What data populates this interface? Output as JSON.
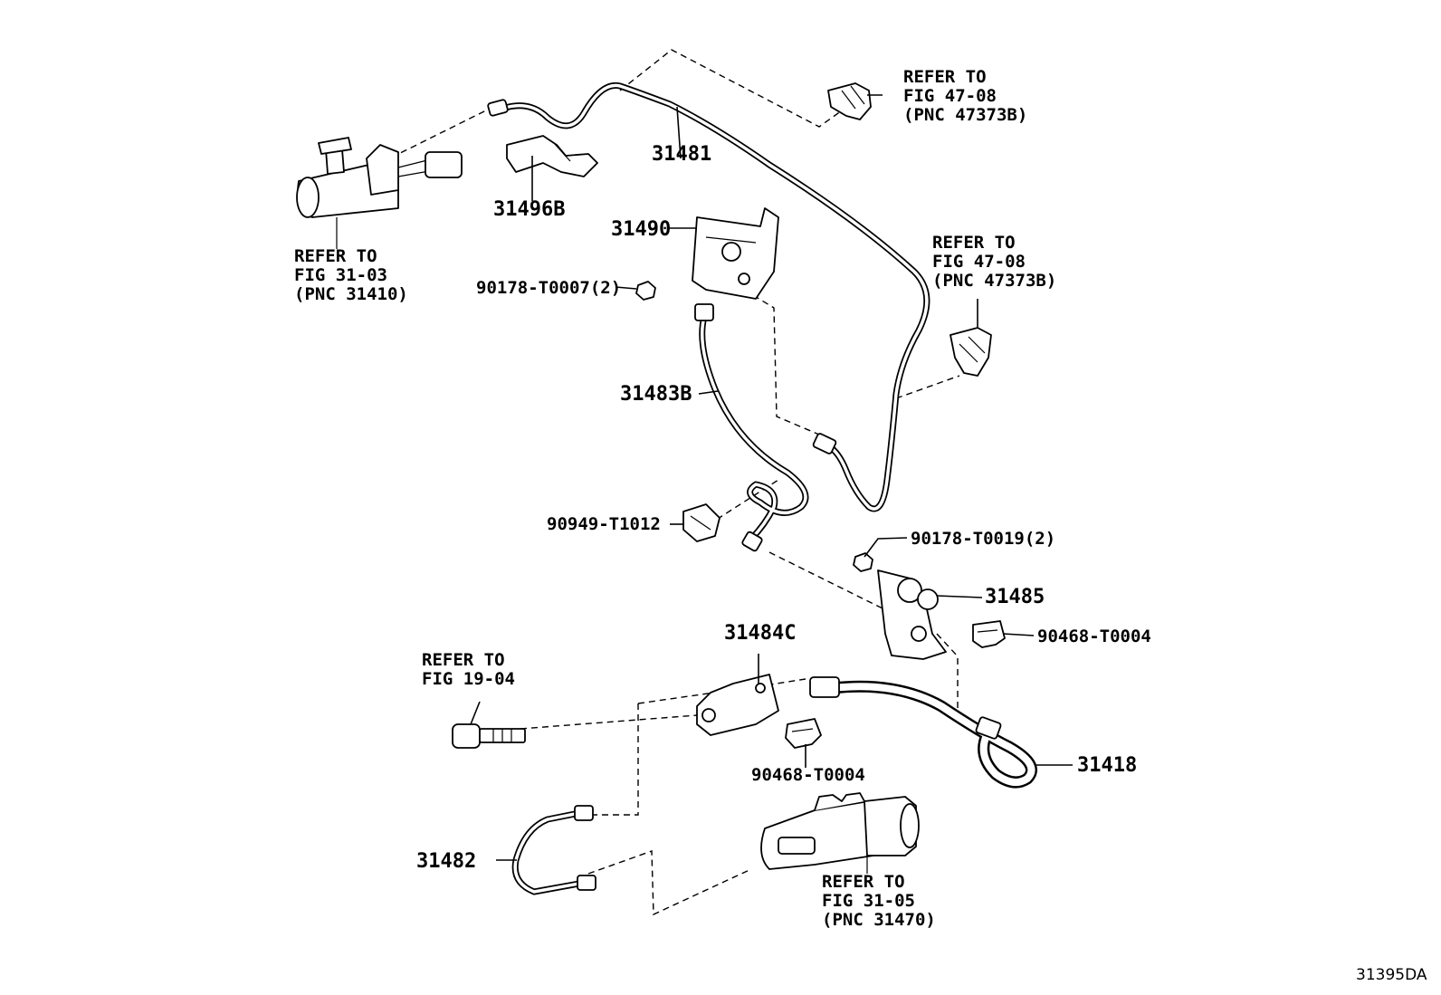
{
  "diagram_id": "31395DA",
  "callouts": {
    "refer_master_cyl": [
      "REFER TO",
      "FIG 31-03",
      "(PNC 31410)"
    ],
    "refer_clamp_top": [
      "REFER TO",
      "FIG 47-08",
      "(PNC 47373B)"
    ],
    "refer_clamp_right": [
      "REFER TO",
      "FIG 47-08",
      "(PNC 47373B)"
    ],
    "refer_bolt": [
      "REFER TO",
      "FIG 19-04"
    ],
    "refer_release_cyl": [
      "REFER TO",
      "FIG 31-05",
      "(PNC 31470)"
    ]
  },
  "parts": {
    "p31481": "31481",
    "p31496B": "31496B",
    "p31490": "31490",
    "p90178_T0007": "90178-T0007(2)",
    "p31483B": "31483B",
    "p90949_T1012": "90949-T1012",
    "p90178_T0019": "90178-T0019(2)",
    "p31485": "31485",
    "p90468_T0004_a": "90468-T0004",
    "p31484C": "31484C",
    "p31418": "31418",
    "p90468_T0004_b": "90468-T0004",
    "p31482": "31482"
  }
}
